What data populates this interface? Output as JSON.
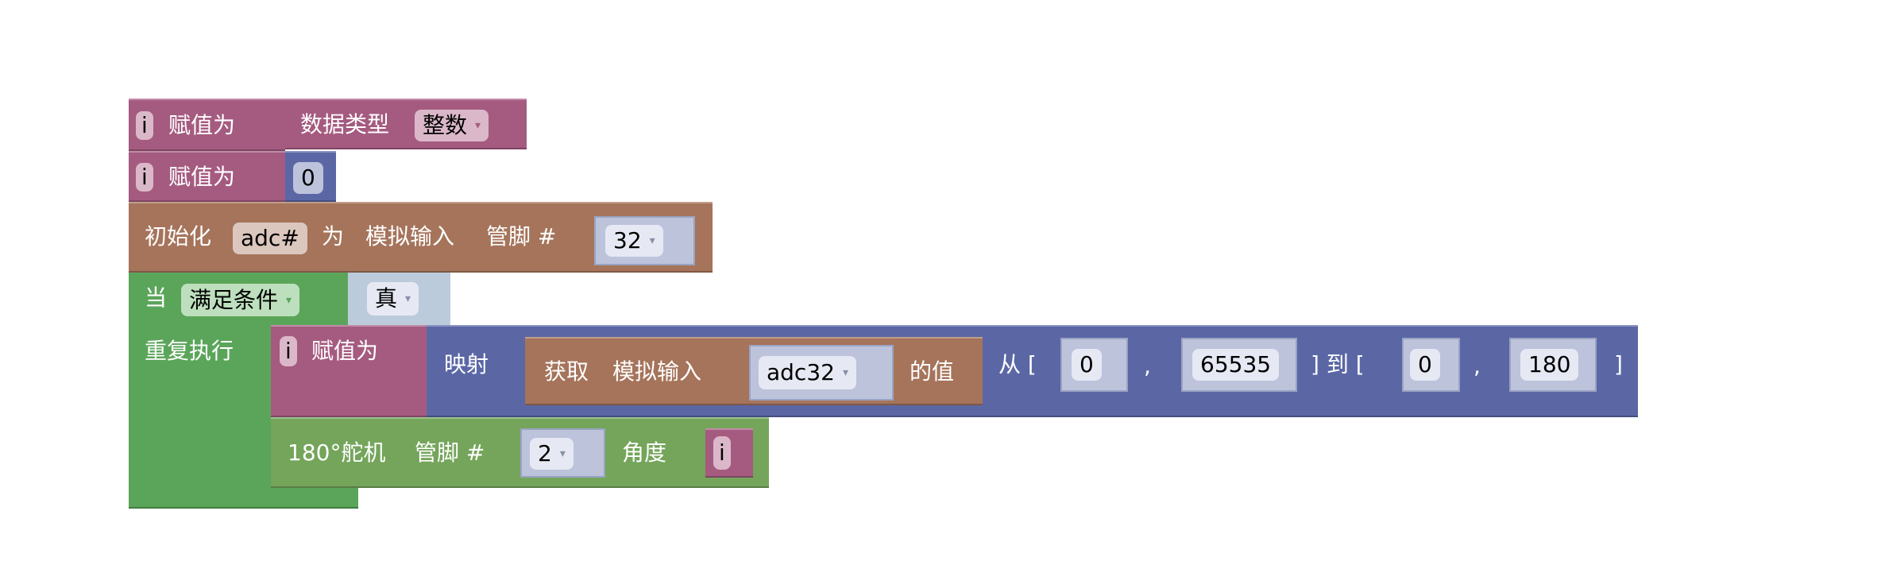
{
  "blocks": {
    "assign1": {
      "label": "赋值为",
      "var": "i",
      "type_label": "数据类型",
      "type_value": "整数"
    },
    "assign2": {
      "label": "赋值为",
      "var": "i",
      "value": "0"
    },
    "init": {
      "label": "初始化",
      "name": "adc#",
      "as": "为",
      "mode": "模拟输入",
      "pin_label": "管脚 #",
      "pin": "32"
    },
    "loop": {
      "label": "当",
      "condition": "满足条件",
      "value": "真",
      "do_label": "重复执行"
    },
    "assign3": {
      "label": "赋值为",
      "var": "i",
      "map_label": "映射",
      "get_label": "获取",
      "get_mode": "模拟输入",
      "source": "adc32",
      "value_of": "的值",
      "from_label": "从 [",
      "comma": ",",
      "to_label": "] 到 [",
      "close": "]",
      "from_low": "0",
      "from_high": "65535",
      "to_low": "0",
      "to_high": "180"
    },
    "servo": {
      "label": "180°舵机",
      "pin_label": "管脚 #",
      "pin": "2",
      "angle_label": "角度",
      "var": "i"
    }
  },
  "icons": {
    "dropdown": "▾"
  },
  "colors": {
    "variables": "#a55b80",
    "math": "#5b67a5",
    "io": "#a5745b",
    "loop": "#5ba55b",
    "servo": "#74a55b"
  }
}
